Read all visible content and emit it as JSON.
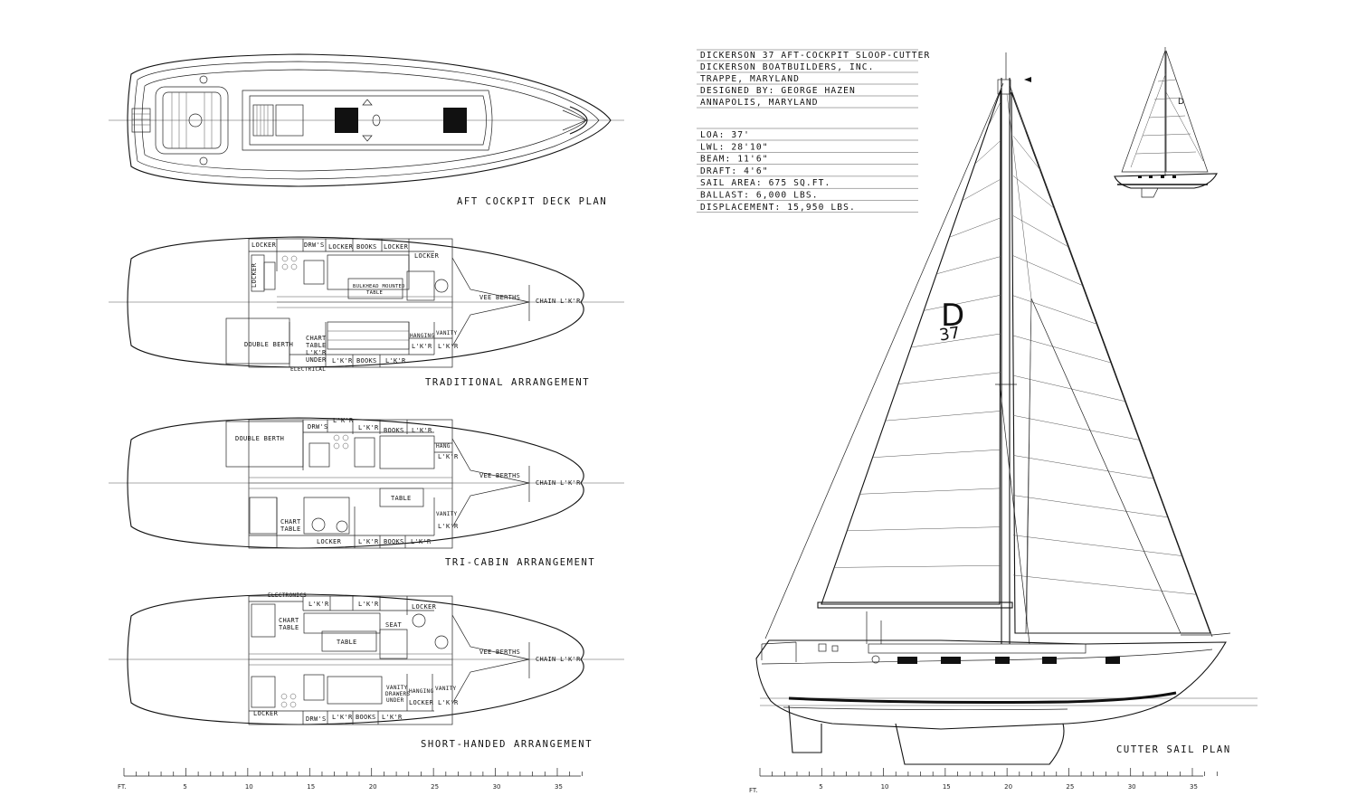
{
  "title_block": [
    "DICKERSON 37 AFT-COCKPIT SLOOP-CUTTER",
    "DICKERSON BOATBUILDERS, INC.",
    "TRAPPE, MARYLAND",
    "DESIGNED BY: GEORGE HAZEN",
    "ANNAPOLIS, MARYLAND"
  ],
  "specs": [
    "LOA: 37'",
    "LWL: 28'10\"",
    "BEAM: 11'6\"",
    "DRAFT: 4'6\"",
    "SAIL AREA: 675 SQ.FT.",
    "BALLAST: 6,000 LBS.",
    "DISPLACEMENT: 15,950 LBS."
  ],
  "captions": {
    "deck": "AFT COCKPIT DECK PLAN",
    "traditional": "TRADITIONAL ARRANGEMENT",
    "tricabin": "TRI-CABIN ARRANGEMENT",
    "shorthanded": "SHORT-HANDED ARRANGEMENT",
    "sailplan": "CUTTER SAIL PLAN"
  },
  "sail_logo": {
    "letter": "D",
    "number": "37"
  },
  "traditional_labels": {
    "locker1": "LOCKER",
    "drawers": "DRW'S",
    "locker2": "LOCKER",
    "books": "BOOKS",
    "locker3": "LOCKER",
    "locker_fwd": "LOCKER",
    "locker_v": "LOCKER",
    "table": "BULKHEAD MOUNTED",
    "table2": "TABLE",
    "vee": "VEE BERTHS",
    "chain": "CHAIN L'K'R",
    "double": "DOUBLE BERTH",
    "chart1": "CHART",
    "chart2": "TABLE",
    "chart3": "L'K'R",
    "chart4": "UNDER",
    "hanging": "HANGING",
    "lkr_a": "L'K'R",
    "vanity": "VANITY",
    "lkr_b": "L'K'R",
    "lkr_c": "L'K'R",
    "books2": "BOOKS",
    "lkr_d": "L'K'R",
    "electrical": "ELECTRICAL"
  },
  "tricabin_labels": {
    "drawers": "DRW'S",
    "lkr1": "L'K'R",
    "lkr2": "L'K'R",
    "books": "BOOKS",
    "lkr3": "L'K'R",
    "double": "DOUBLE BERTH",
    "hang": "HANG",
    "lkr4": "L'K'R",
    "vee": "VEE BERTHS",
    "chain": "CHAIN L'K'R",
    "table": "TABLE",
    "vanity": "VANITY",
    "lkr5": "L'K'R",
    "chart1": "CHART",
    "chart2": "TABLE",
    "locker": "LOCKER",
    "lkr6": "L'K'R",
    "books2": "BOOKS",
    "lkr7": "L'K'R"
  },
  "shorthanded_labels": {
    "electronics": "ELECTRONICS",
    "lkr1": "L'K'R",
    "lkr2": "L'K'R",
    "locker1": "LOCKER",
    "chart1": "CHART",
    "chart2": "TABLE",
    "seat": "SEAT",
    "table": "TABLE",
    "vee": "VEE BERTHS",
    "chain": "CHAIN L'K'R",
    "vanity": "VANITY",
    "drawers1": "DRAWERS",
    "under": "UNDER",
    "hanging": "HANGING",
    "vanity2": "VANITY",
    "locker2": "LOCKER",
    "lkr3": "L'K'R",
    "locker3": "LOCKER",
    "drawers2": "DRW'S",
    "lkr4": "L'K'R",
    "books": "BOOKS",
    "lkr5": "L'K'R"
  },
  "scale_left": {
    "unit": "FT.",
    "ticks": [
      "5",
      "10",
      "15",
      "20",
      "25",
      "30",
      "35"
    ]
  },
  "scale_right": {
    "unit": "FT.",
    "ticks": [
      "5",
      "10",
      "15",
      "20",
      "25",
      "30",
      "35"
    ]
  }
}
